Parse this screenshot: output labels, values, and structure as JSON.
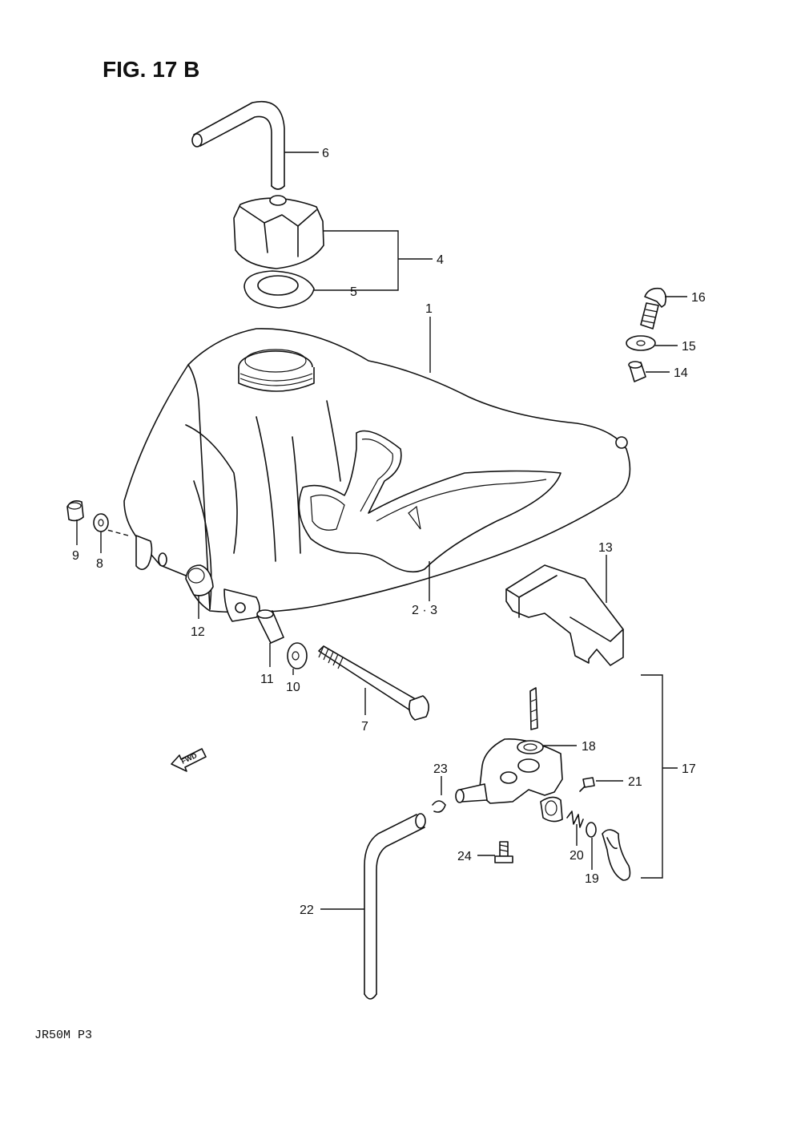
{
  "figure": {
    "title": "FIG. 17 B",
    "model_code": "JR50M P3",
    "fwd_label": "FWD"
  },
  "callouts": {
    "c1": "1",
    "c2_3": "2 · 3",
    "c4": "4",
    "c5": "5",
    "c6": "6",
    "c7": "7",
    "c8": "8",
    "c9": "9",
    "c10": "10",
    "c11": "11",
    "c12": "12",
    "c13": "13",
    "c14": "14",
    "c15": "15",
    "c16": "16",
    "c17": "17",
    "c18": "18",
    "c19": "19",
    "c20": "20",
    "c21": "21",
    "c22": "22",
    "c23": "23",
    "c24": "24"
  }
}
